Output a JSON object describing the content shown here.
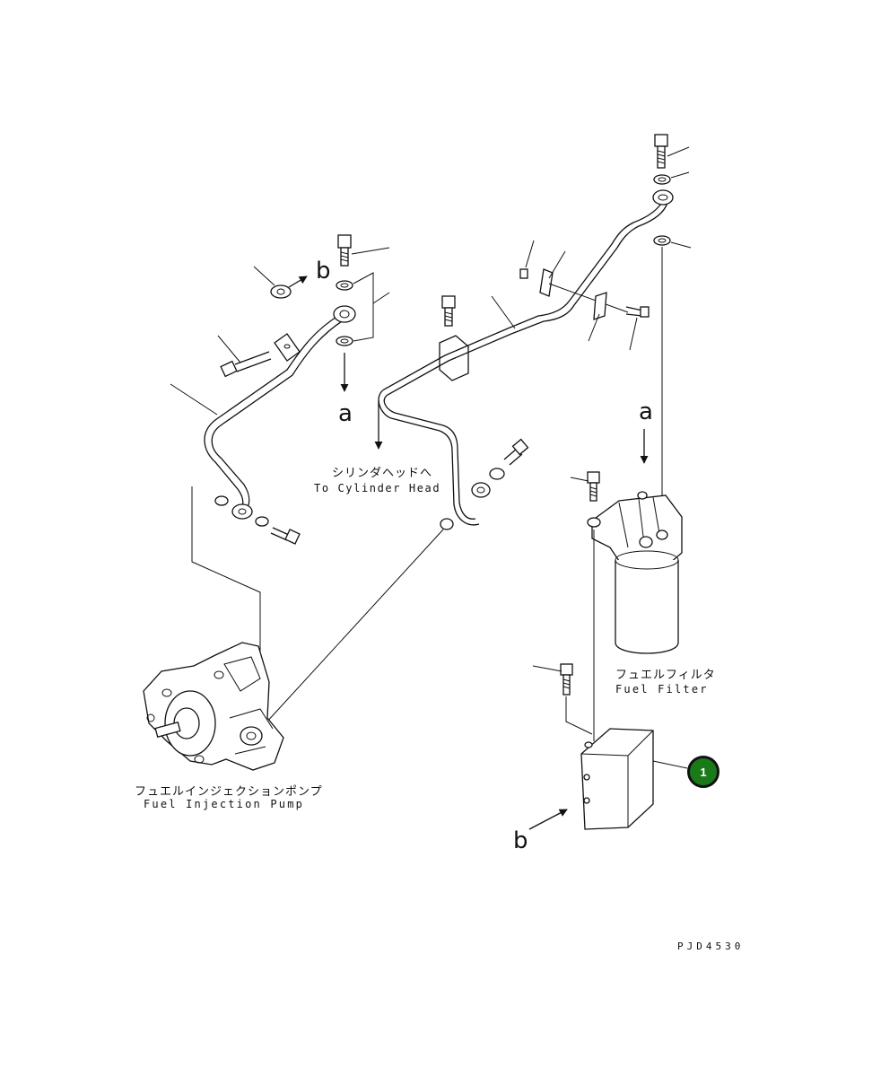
{
  "labels": {
    "cylinder_head_jp": "シリンダヘッドへ",
    "cylinder_head_en": "To Cylinder Head",
    "fuel_filter_jp": "フュエルフィルタ",
    "fuel_filter_en": "Fuel Filter",
    "injection_pump_jp": "フュエルインジェクションポンプ",
    "injection_pump_en": "Fuel Injection Pump",
    "drawing_code": "PJD4530"
  },
  "markers": {
    "a_top": "a",
    "a_right": "a",
    "b_top": "b",
    "b_bottom": "b"
  },
  "callouts": [
    {
      "number": "1",
      "color": "#1a7a1a"
    }
  ]
}
